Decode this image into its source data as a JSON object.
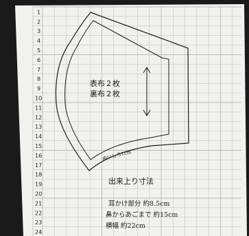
{
  "sheet": {
    "row_numbers": [
      "1",
      "2",
      "3",
      "4",
      "5",
      "6",
      "7",
      "8",
      "9",
      "10",
      "11",
      "12",
      "13",
      "14",
      "15",
      "16",
      "17",
      "18",
      "19",
      "20",
      "21",
      "22",
      "23",
      "24"
    ]
  },
  "pattern": {
    "fabric_label_line1": "表布２枚",
    "fabric_label_line2": "裏布２枚",
    "seam_allowance": "ぬいしろ1cm"
  },
  "finished_size": {
    "title": "出来上り寸法",
    "ear_loop": "耳かけ部分 約8.5cm",
    "nose_to_chin": "鼻からあごまで 約15cm",
    "width": "横幅 約22cm"
  },
  "colors": {
    "paper": "#f1f1ef",
    "grid": "#b9b9b9",
    "ink": "#1a1a1a",
    "background": "#1a1a1a"
  }
}
